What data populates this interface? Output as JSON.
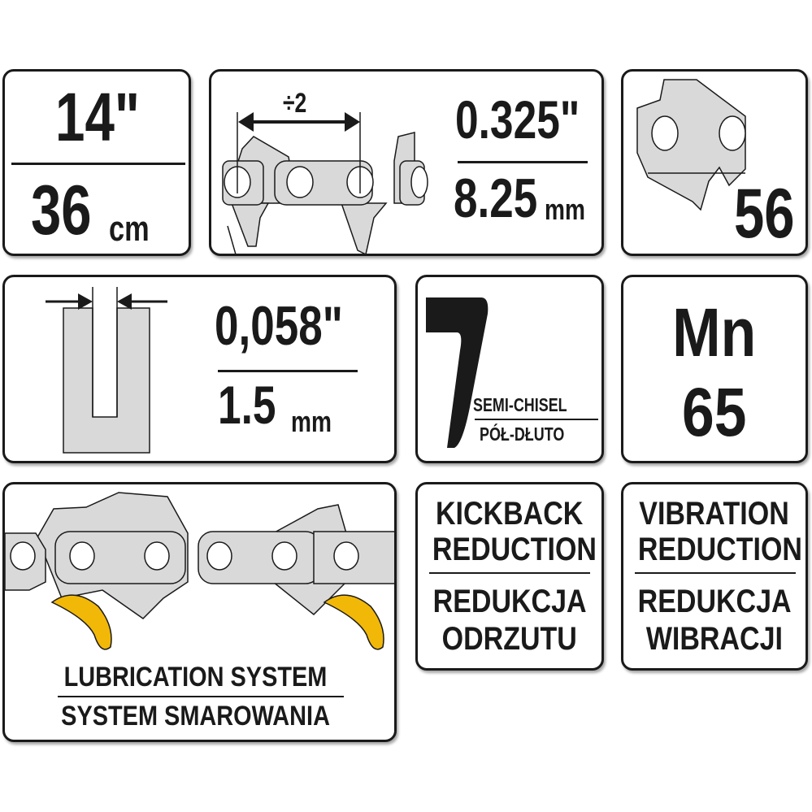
{
  "bar_length": {
    "inches": "14\"",
    "cm_value": "36",
    "cm_unit": "cm"
  },
  "pitch": {
    "divider_label": "÷2",
    "inches": "0.325\"",
    "mm_value": "8.25",
    "mm_unit": "mm"
  },
  "drive_links": {
    "count": "56"
  },
  "gauge": {
    "inches": "0,058\"",
    "mm_value": "1.5",
    "mm_unit": "mm"
  },
  "cutter": {
    "label_en": "SEMI-CHISEL",
    "label_pl": "PÓŁ-DŁUTO"
  },
  "material": {
    "element": "Mn",
    "grade": "65"
  },
  "lubrication": {
    "label_en": "LUBRICATION SYSTEM",
    "label_pl": "SYSTEM SMAROWANIA"
  },
  "kickback": {
    "line1_en": "KICKBACK",
    "line2_en": "REDUCTION",
    "line1_pl": "REDUKCJA",
    "line2_pl": "ODRZUTU"
  },
  "vibration": {
    "line1_en": "VIBRATION",
    "line2_en": "REDUCTION",
    "line1_pl": "REDUKCJA",
    "line2_pl": "WIBRACJI"
  },
  "colors": {
    "outline": "#1a1a1a",
    "chain_fill": "#d9d9d9",
    "oil": "#f2b807"
  }
}
